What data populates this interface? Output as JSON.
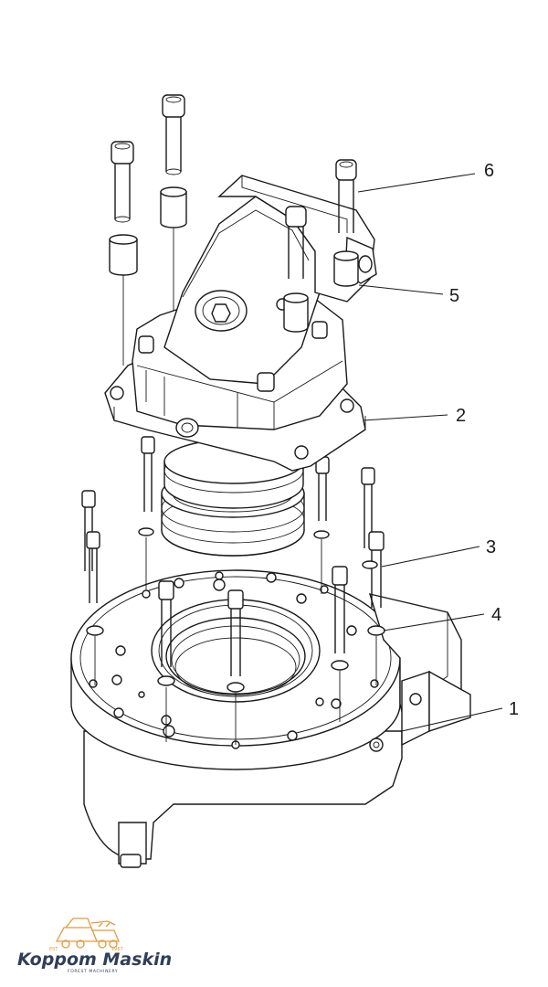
{
  "diagram": {
    "callouts": [
      {
        "id": "1",
        "label": "1"
      },
      {
        "id": "2",
        "label": "2"
      },
      {
        "id": "3",
        "label": "3"
      },
      {
        "id": "4",
        "label": "4"
      },
      {
        "id": "5",
        "label": "5"
      },
      {
        "id": "6",
        "label": "6"
      }
    ]
  },
  "logo": {
    "name": "Koppom Maskin",
    "tagline": "FOREST MACHINERY",
    "est": "EST",
    "year": "1967",
    "colors": {
      "text": "#2f3e59",
      "accent": "#e39a3c"
    }
  }
}
